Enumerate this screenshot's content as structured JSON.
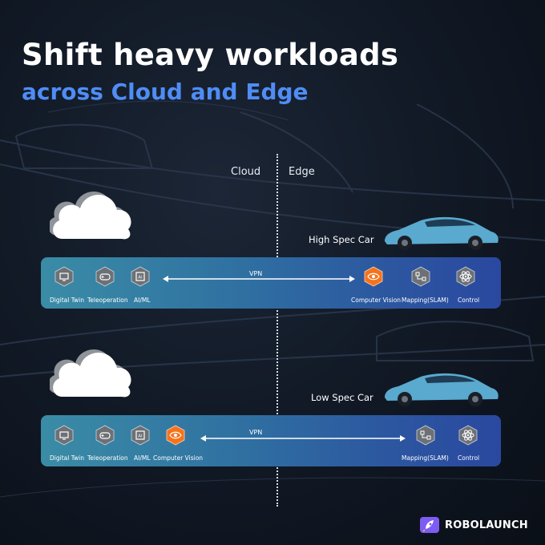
{
  "title": "Shift heavy workloads",
  "subtitle": "across Cloud and Edge",
  "columns": {
    "cloud": "Cloud",
    "edge": "Edge"
  },
  "row1": {
    "car_label": "High Spec Car",
    "link_label": "VPN",
    "cloud_items": [
      "Digital Twin",
      "Teleoperation",
      "AI/ML"
    ],
    "edge_items": [
      "Computer Vision",
      "Mapping(SLAM)",
      "Control"
    ],
    "highlighted": "Computer Vision"
  },
  "row2": {
    "car_label": "Low Spec Car",
    "link_label": "VPN",
    "cloud_items": [
      "Digital Twin",
      "Teleoperation",
      "AI/ML",
      "Computer Vision"
    ],
    "edge_items": [
      "Mapping(SLAM)",
      "Control"
    ],
    "highlighted": "Computer Vision"
  },
  "brand": "ROBOLAUNCH",
  "colors": {
    "accent_blue": "#4f8df5",
    "highlight_orange": "#f5731c",
    "icon_gray": "#6d7176",
    "bar_start": "#3a8ca6",
    "bar_end": "#2a48a0"
  },
  "icons": {
    "Digital Twin": "digital-twin-icon",
    "Teleoperation": "gamepad-icon",
    "AI/ML": "ai-chip-icon",
    "Computer Vision": "eye-scan-icon",
    "Mapping(SLAM)": "mapping-icon",
    "Control": "atom-icon"
  }
}
